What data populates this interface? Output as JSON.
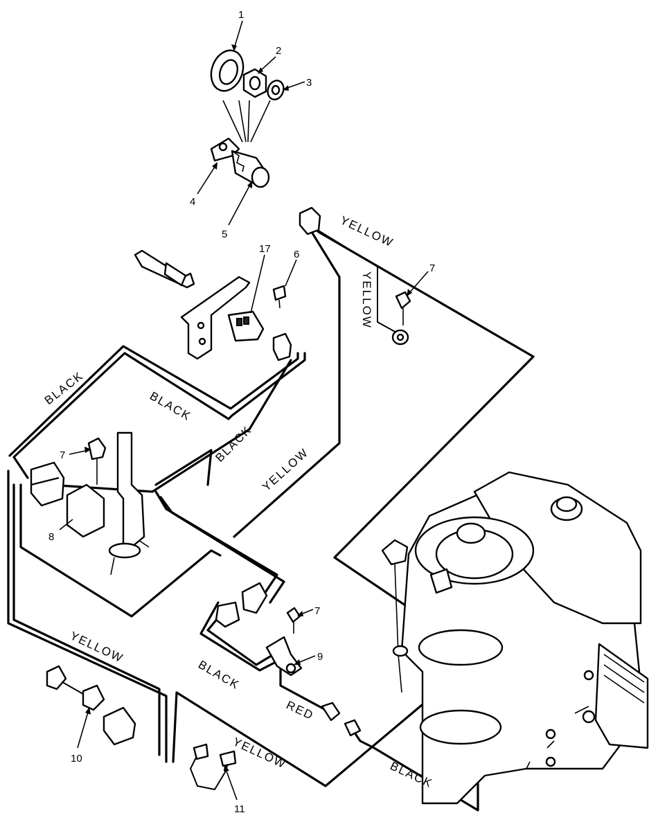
{
  "wire_labels": {
    "yellow_top": "YELLOW",
    "yellow_vertical": "YELLOW",
    "black_outer": "BLACK",
    "black_inner": "BLACK",
    "black_mid": "BLACK",
    "yellow_mid": "YELLOW",
    "yellow_left": "YELLOW",
    "black_lower": "BLACK",
    "red": "RED",
    "yellow_bottom": "YELLOW",
    "black_bottom": "BLACK"
  },
  "callouts": {
    "c1": "1",
    "c2": "2",
    "c3": "3",
    "c4": "4",
    "c5": "5",
    "c6": "6",
    "c7a": "7",
    "c7b": "7",
    "c7c": "7",
    "c8": "8",
    "c9": "9",
    "c10": "10",
    "c11": "11",
    "c17": "17"
  }
}
